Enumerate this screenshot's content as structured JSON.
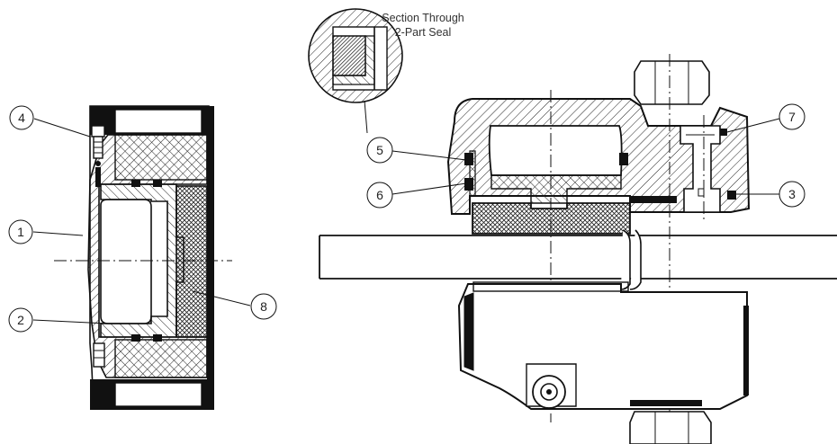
{
  "caption": {
    "line1": "Section Through",
    "line2": "2-Part Seal"
  },
  "callouts": [
    {
      "id": "1",
      "label": "1"
    },
    {
      "id": "2",
      "label": "2"
    },
    {
      "id": "3",
      "label": "3"
    },
    {
      "id": "4",
      "label": "4"
    },
    {
      "id": "5",
      "label": "5"
    },
    {
      "id": "6",
      "label": "6"
    },
    {
      "id": "7",
      "label": "7"
    },
    {
      "id": "8",
      "label": "8"
    }
  ]
}
